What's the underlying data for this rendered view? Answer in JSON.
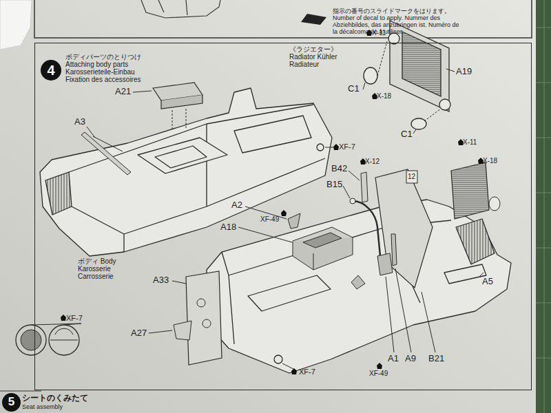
{
  "diagram": {
    "nodes": [
      {
        "text": [
          "ボディパーツのとりつけ Attaching body parts Karosserieteile-Einbau Fixation des accessoires"
        ]
      },
      {
        "text": [
          "4"
        ],
        "in": 0
      },
      {
        "text": [
          "5"
        ]
      }
    ],
    "labels": [
      "A21",
      "A3",
      "XF-7",
      "ボディ Body Karosserie Carrosserie",
      "《ラジエター》 Radiator Kühler Radiateur",
      "X-11",
      "C1",
      "X-18",
      "A19",
      "C1",
      "X-11",
      "B42",
      "X-12",
      "12",
      "X-18",
      "B15",
      "A2",
      "XF-49",
      "A18",
      "A33",
      "A5",
      "XF-7",
      "A27",
      "A1",
      "A9",
      "B21",
      "XF-49",
      "XF-7",
      "指示の番号のスライドマークをはります。 Number of decal to apply. Nummer des Abziehbildes, das anzubringen ist. Numéro de la décalcomanie à utiliser.",
      "シートのくみたて",
      "Seat assembly"
    ]
  }
}
